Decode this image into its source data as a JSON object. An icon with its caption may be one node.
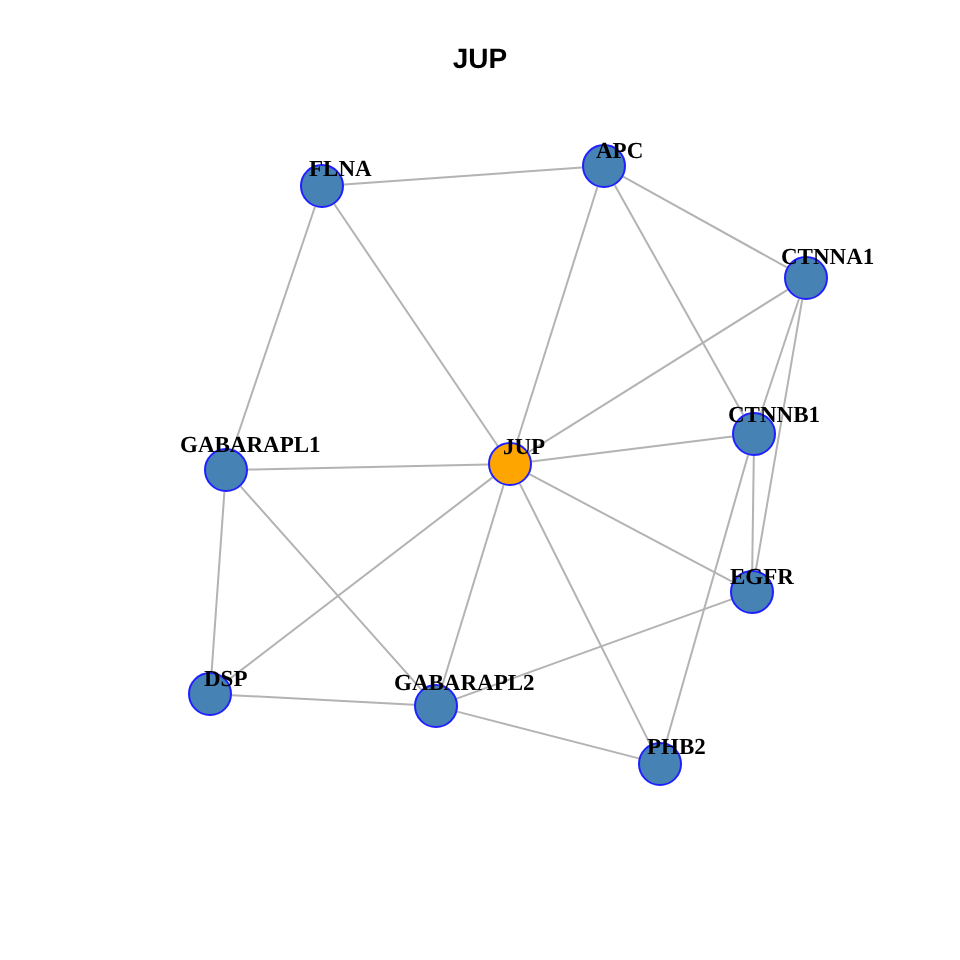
{
  "diagram": {
    "title": "JUP",
    "nodes": [
      {
        "text": [
          "APC"
        ]
      },
      {
        "text": [
          "FLNA"
        ]
      },
      {
        "text": [
          "CTNNA1"
        ]
      },
      {
        "text": [
          "CTNNB1"
        ]
      },
      {
        "text": [
          "JUP"
        ]
      },
      {
        "text": [
          "GABARAPL1"
        ]
      },
      {
        "text": [
          "EGFR"
        ]
      },
      {
        "text": [
          "DSP"
        ]
      },
      {
        "text": [
          "GABARAPL2"
        ]
      },
      {
        "text": [
          "PHB2"
        ]
      }
    ],
    "edges": [
      {
        "from": 1,
        "to": 0,
        "arrow": "none"
      },
      {
        "from": 1,
        "to": 4,
        "arrow": "none"
      },
      {
        "from": 1,
        "to": 5,
        "arrow": "none"
      },
      {
        "from": 0,
        "to": 4,
        "arrow": "none"
      },
      {
        "from": 0,
        "to": 2,
        "arrow": "none"
      },
      {
        "from": 0,
        "to": 3,
        "arrow": "none"
      },
      {
        "from": 2,
        "to": 4,
        "arrow": "none"
      },
      {
        "from": 2,
        "to": 3,
        "arrow": "none"
      },
      {
        "from": 2,
        "to": 6,
        "arrow": "none"
      },
      {
        "from": 3,
        "to": 4,
        "arrow": "none"
      },
      {
        "from": 3,
        "to": 6,
        "arrow": "none"
      },
      {
        "from": 3,
        "to": 9,
        "arrow": "none"
      },
      {
        "from": 5,
        "to": 4,
        "arrow": "none"
      },
      {
        "from": 5,
        "to": 7,
        "arrow": "none"
      },
      {
        "from": 5,
        "to": 8,
        "arrow": "none"
      },
      {
        "from": 4,
        "to": 7,
        "arrow": "none"
      },
      {
        "from": 4,
        "to": 8,
        "arrow": "none"
      },
      {
        "from": 4,
        "to": 6,
        "arrow": "none"
      },
      {
        "from": 4,
        "to": 9,
        "arrow": "none"
      },
      {
        "from": 7,
        "to": 8,
        "arrow": "none"
      },
      {
        "from": 8,
        "to": 6,
        "arrow": "none"
      },
      {
        "from": 8,
        "to": 9,
        "arrow": "none"
      }
    ]
  }
}
